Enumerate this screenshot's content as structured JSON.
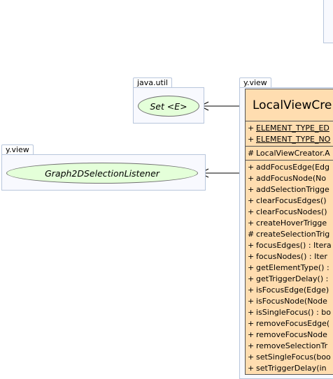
{
  "packages": {
    "java_util": {
      "name": "java.util",
      "interface": "Set <E>"
    },
    "yview_left": {
      "name": "y.view",
      "interface": "Graph2DSelectionListener"
    },
    "yview_main": {
      "name": "y.view"
    }
  },
  "class_box": {
    "title": "LocalViewCre",
    "fields": [
      {
        "vis": "+",
        "text": "ELEMENT_TYPE_ED"
      },
      {
        "vis": "+",
        "text": "ELEMENT_TYPE_NO"
      }
    ],
    "constructors": [
      {
        "vis": "#",
        "text": "LocalViewCreator.A"
      }
    ],
    "methods": [
      {
        "vis": "+",
        "text": "addFocusEdge(Edg"
      },
      {
        "vis": "+",
        "text": "addFocusNode(No"
      },
      {
        "vis": "+",
        "text": "addSelectionTrigge"
      },
      {
        "vis": "+",
        "text": "clearFocusEdges()"
      },
      {
        "vis": "+",
        "text": "clearFocusNodes()"
      },
      {
        "vis": "+",
        "text": "createHoverTrigge"
      },
      {
        "vis": "#",
        "text": "createSelectionTrig"
      },
      {
        "vis": "+",
        "text": "focusEdges() : Itera"
      },
      {
        "vis": "+",
        "text": "focusNodes() : Iter"
      },
      {
        "vis": "+",
        "text": "getElementType() :"
      },
      {
        "vis": "+",
        "text": "getTriggerDelay() :"
      },
      {
        "vis": "+",
        "text": "isFocusEdge(Edge)"
      },
      {
        "vis": "+",
        "text": "isFocusNode(Node"
      },
      {
        "vis": "+",
        "text": "isSingleFocus() : bo"
      },
      {
        "vis": "+",
        "text": "removeFocusEdge("
      },
      {
        "vis": "+",
        "text": "removeFocusNode"
      },
      {
        "vis": "+",
        "text": "removeSelectionTr"
      },
      {
        "vis": "+",
        "text": "setSingleFocus(boo"
      },
      {
        "vis": "+",
        "text": "setTriggerDelay(in"
      }
    ]
  }
}
